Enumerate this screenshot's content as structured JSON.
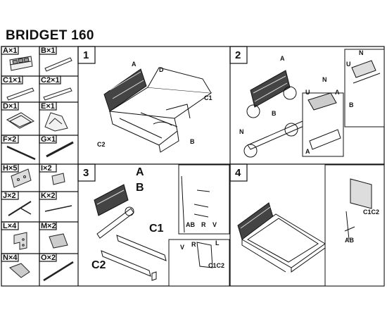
{
  "title": "BRIDGET 160",
  "parts": [
    {
      "code": "A×1",
      "id": "A"
    },
    {
      "code": "B×1",
      "id": "B"
    },
    {
      "code": "C1×1",
      "id": "C1"
    },
    {
      "code": "C2×1",
      "id": "C2"
    },
    {
      "code": "D×1",
      "id": "D"
    },
    {
      "code": "E×1",
      "id": "E"
    },
    {
      "code": "F×2",
      "id": "F"
    },
    {
      "code": "G×1",
      "id": "G"
    },
    {
      "code": "H×5",
      "id": "H"
    },
    {
      "code": "I×2",
      "id": "I"
    },
    {
      "code": "J×2",
      "id": "J"
    },
    {
      "code": "K×2",
      "id": "K"
    },
    {
      "code": "L×4",
      "id": "L"
    },
    {
      "code": "M×2",
      "id": "M"
    },
    {
      "code": "N×4",
      "id": "N"
    },
    {
      "code": "O×2",
      "id": "O"
    }
  ],
  "steps": [
    {
      "number": "1",
      "labels": {
        "a": "A",
        "d": "D",
        "c1": "C1",
        "c2": "C2",
        "b": "B"
      }
    },
    {
      "number": "2",
      "labels": {
        "a": "A",
        "b": "B",
        "n1": "N",
        "n2": "N",
        "u": "U",
        "a2": "A",
        "u2": "U",
        "n3": "N",
        "b2": "B",
        "a3": "A"
      }
    },
    {
      "number": "3",
      "labels": {
        "a": "A",
        "b": "B",
        "c1": "C1",
        "c2": "C2",
        "ab": "AB",
        "r": "R",
        "v": "V",
        "v2": "V",
        "r2": "R",
        "l": "L",
        "c1c2": "C1C2"
      }
    },
    {
      "number": "4",
      "labels": {
        "c1c2": "C1C2",
        "ab": "AB"
      }
    }
  ]
}
